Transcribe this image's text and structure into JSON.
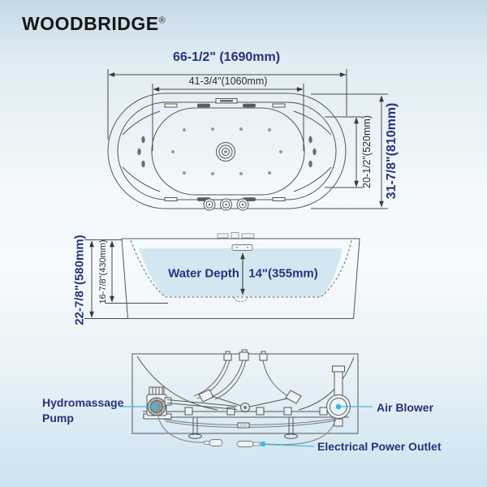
{
  "brand": {
    "name": "WOODBRIDGE",
    "registered": "®"
  },
  "top_view": {
    "overall_width": "66-1/2\" (1690mm)",
    "basin_width": "41-3/4\"(1060mm)",
    "overall_depth": "31-7/8\"(810mm)",
    "basin_depth": "20-1/2\"(520mm)"
  },
  "side_view": {
    "overall_height": "22-7/8\"(580mm)",
    "basin_height": "16-7/8\"(430mm)",
    "water_depth_label": "Water Depth",
    "water_depth_value": "14\"(355mm)"
  },
  "bottom_view": {
    "pump_label_line1": "Hydromassage",
    "pump_label_line2": "Pump",
    "blower_label": "Air Blower",
    "outlet_label": "Electrical Power Outlet"
  },
  "colors": {
    "accent_navy": "#26327d",
    "leader_cyan": "#3db9dc",
    "water_fill": "#d2e7f2",
    "line_gray": "#565656"
  }
}
